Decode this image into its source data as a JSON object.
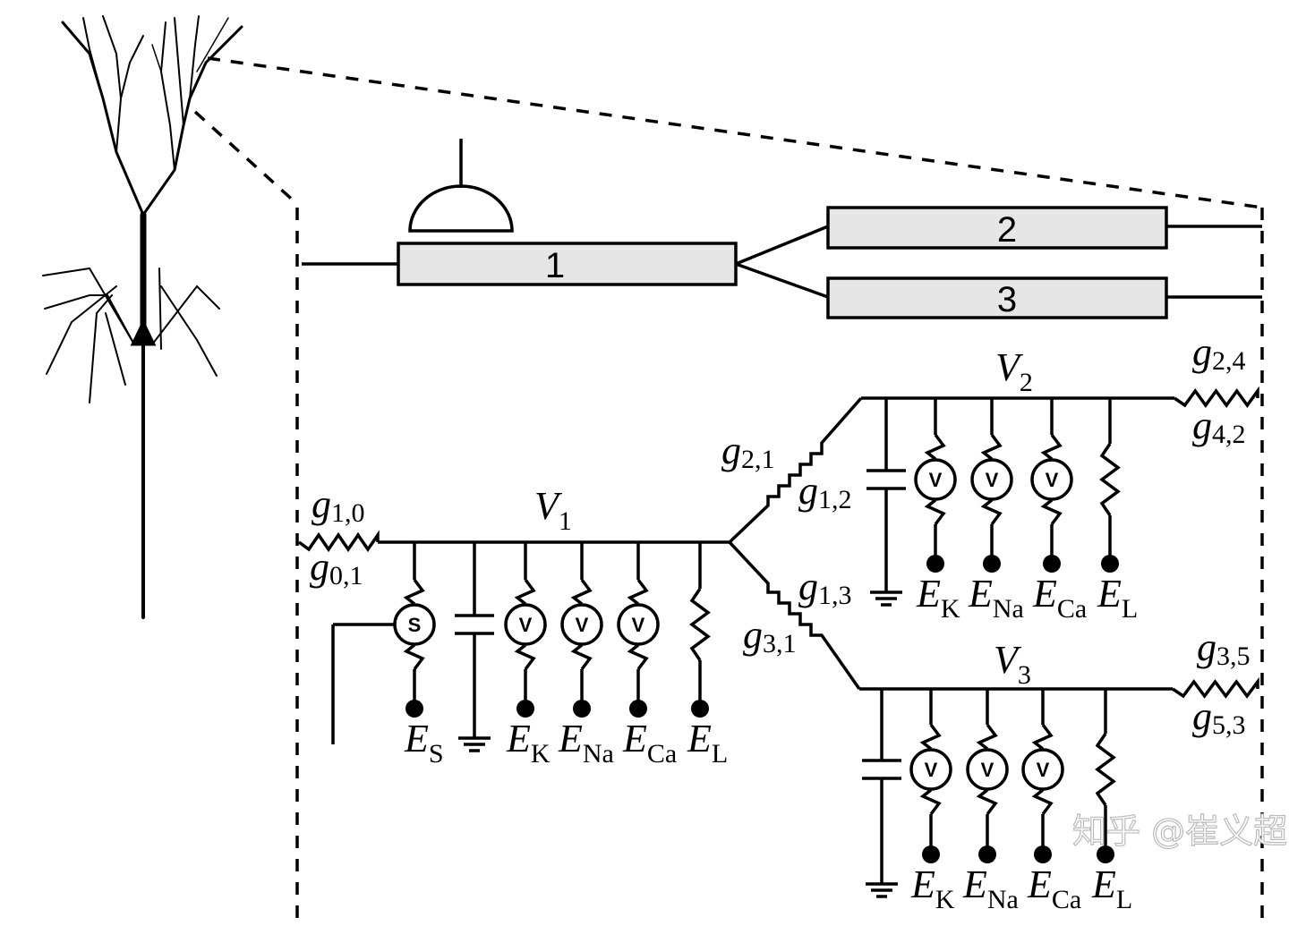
{
  "compartments": {
    "c1": "1",
    "c2": "2",
    "c3": "3"
  },
  "voltages": {
    "v1": {
      "main": "V",
      "sub": "1"
    },
    "v2": {
      "main": "V",
      "sub": "2"
    },
    "v3": {
      "main": "V",
      "sub": "3"
    }
  },
  "conductances": {
    "g10": {
      "main": "g",
      "sub": "1,0"
    },
    "g01": {
      "main": "g",
      "sub": "0,1"
    },
    "g21": {
      "main": "g",
      "sub": "2,1"
    },
    "g12": {
      "main": "g",
      "sub": "1,2"
    },
    "g13": {
      "main": "g",
      "sub": "1,3"
    },
    "g31": {
      "main": "g",
      "sub": "3,1"
    },
    "g24": {
      "main": "g",
      "sub": "2,4"
    },
    "g42": {
      "main": "g",
      "sub": "4,2"
    },
    "g35": {
      "main": "g",
      "sub": "3,5"
    },
    "g53": {
      "main": "g",
      "sub": "5,3"
    }
  },
  "channel_symbols": {
    "synaptic": "S",
    "voltage": "V"
  },
  "reversal": {
    "E": "E",
    "S": "S",
    "K": "K",
    "Na": "Na",
    "Ca": "Ca",
    "L": "L"
  },
  "watermark": "知乎 @崔义超"
}
